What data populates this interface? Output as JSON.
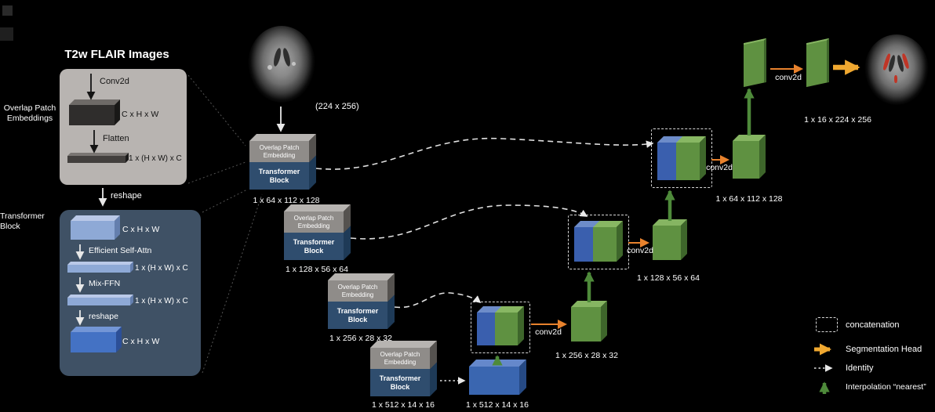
{
  "title": "T2w FLAIR Images",
  "overlap_panel": {
    "side_label": "Overlap Patch\nEmbeddings",
    "conv_label": "Conv2d",
    "box_dim": "C x H x W",
    "flatten_label": "Flatten",
    "flat_dim": "1 x (H x W) x C",
    "reshape_label": "reshape"
  },
  "transformer_panel": {
    "side_label": "Transformer\nBlock",
    "input_dim": "C x H x W",
    "attn_label": "Efficient Self-Attn",
    "attn_dim": "1 x (H x W) x C",
    "ffn_label": "Mix-FFN",
    "ffn_dim": "1 x (H x W) x C",
    "reshape_label": "reshape",
    "output_dim": "C x H x W"
  },
  "input_image_size": "(224 x 256)",
  "stages": [
    {
      "embed": "Overlap Patch\nEmbedding",
      "block": "Transformer\nBlock",
      "dim": "1 x 64 x 112 x 128"
    },
    {
      "embed": "Overlap Patch\nEmbedding",
      "block": "Transformer\nBlock",
      "dim": "1 x 128 x 56 x 64"
    },
    {
      "embed": "Overlap Patch\nEmbedding",
      "block": "Transformer\nBlock",
      "dim": "1 x 256 x 28 x 32"
    },
    {
      "embed": "Overlap Patch\nEmbedding",
      "block": "Transformer\nBlock",
      "dim": "1 x 512 x 14 x 16"
    }
  ],
  "bottleneck_dim": "1 x 512 x 14 x 16",
  "decoder": [
    {
      "conv": "conv2d",
      "dim": "1 x 256 x 28 x 32"
    },
    {
      "conv": "conv2d",
      "dim": "1 x 128 x 56 x 64"
    },
    {
      "conv": "conv2d",
      "dim": "1 x 64 x 112 x 128"
    }
  ],
  "head": {
    "conv": "conv2d",
    "out_dim": "1 x 16 x 224 x 256"
  },
  "legend": {
    "concatenation": "concatenation",
    "segmentation_head": "Segmentation Head",
    "identity": "Identity",
    "interpolation": "Interpolation “nearest”"
  },
  "colors": {
    "background": "#000000",
    "embed_panel_gray": "#b8b4b1",
    "transformer_panel_blue": "#3f5165",
    "stage_top_gray": "#8f8c89",
    "stage_bottom_blue": "#2f4d6e",
    "feature_blue": "#3a66b0",
    "feature_green": "#5f9141",
    "conv_arrow_orange": "#e8822d",
    "segmentation_head_orange": "#f0a830",
    "interpolation_green": "#4e8a3a"
  }
}
